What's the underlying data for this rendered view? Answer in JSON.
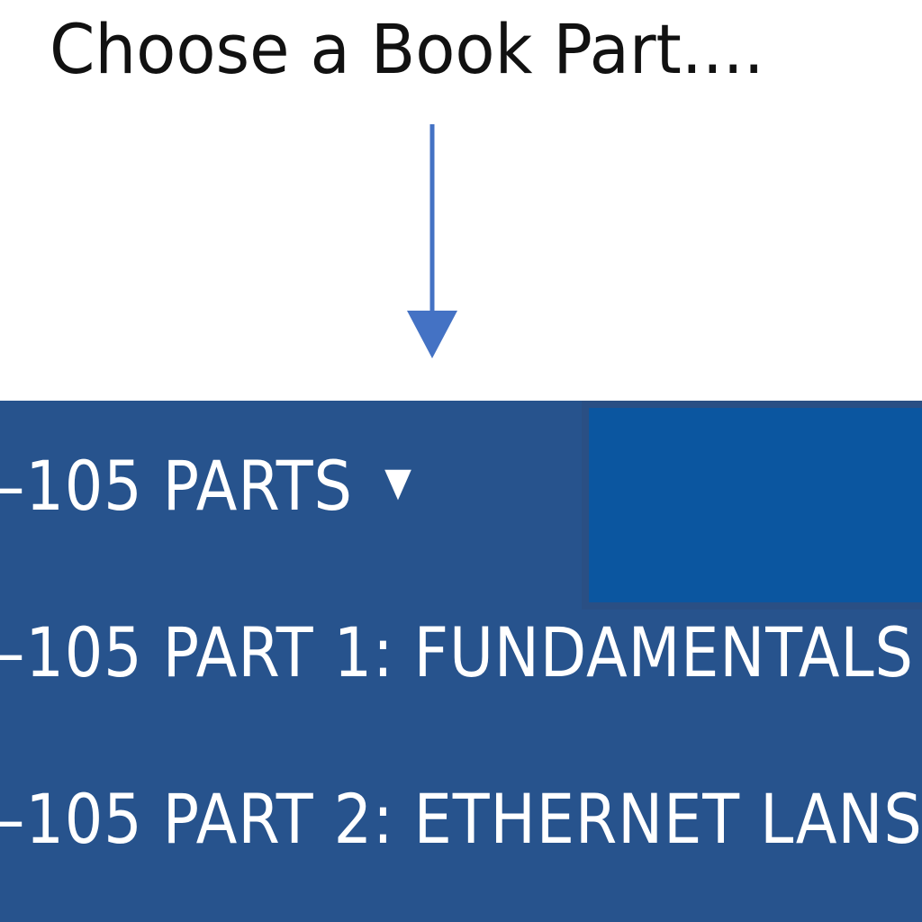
{
  "annotation": {
    "text": "Choose a Book Part...."
  },
  "menu": {
    "header": {
      "label": "–105 PARTS",
      "caret": "▼"
    },
    "items": [
      {
        "label": "–105 PART 1: FUNDAMENTALS"
      },
      {
        "label": "–105 PART 2: ETHERNET LANS"
      }
    ]
  },
  "colors": {
    "menu_bg": "#27538d",
    "highlight": "#0b56a0",
    "arrow": "#4472c4"
  }
}
